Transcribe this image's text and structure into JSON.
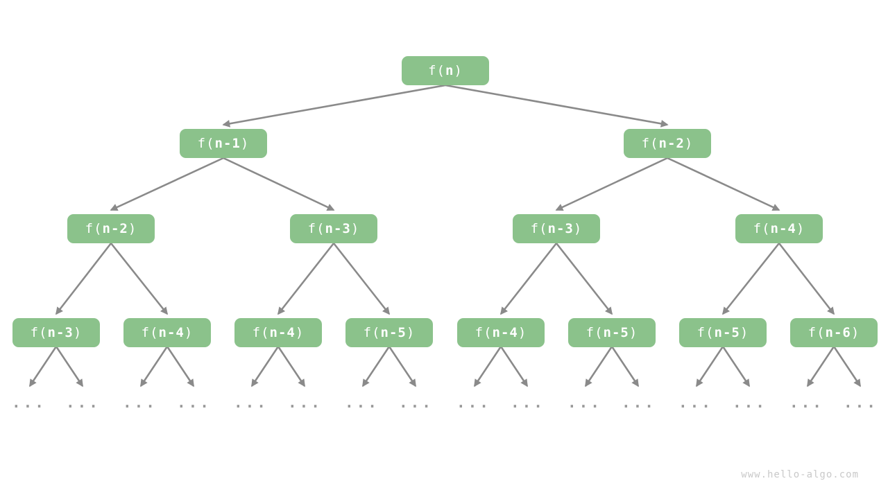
{
  "diagram": {
    "type": "recursion-tree",
    "levels": [
      {
        "depth": 0,
        "nodes": [
          "f(n)"
        ]
      },
      {
        "depth": 1,
        "nodes": [
          "f(n-1)",
          "f(n-2)"
        ]
      },
      {
        "depth": 2,
        "nodes": [
          "f(n-2)",
          "f(n-3)",
          "f(n-3)",
          "f(n-4)"
        ]
      },
      {
        "depth": 3,
        "nodes": [
          "f(n-3)",
          "f(n-4)",
          "f(n-4)",
          "f(n-5)",
          "f(n-4)",
          "f(n-5)",
          "f(n-5)",
          "f(n-6)"
        ]
      }
    ]
  },
  "nodes": [
    {
      "prefix": "f(",
      "arg": "n",
      "suffix": ")"
    },
    {
      "prefix": "f(",
      "arg": "n-1",
      "suffix": ")"
    },
    {
      "prefix": "f(",
      "arg": "n-2",
      "suffix": ")"
    },
    {
      "prefix": "f(",
      "arg": "n-2",
      "suffix": ")"
    },
    {
      "prefix": "f(",
      "arg": "n-3",
      "suffix": ")"
    },
    {
      "prefix": "f(",
      "arg": "n-3",
      "suffix": ")"
    },
    {
      "prefix": "f(",
      "arg": "n-4",
      "suffix": ")"
    },
    {
      "prefix": "f(",
      "arg": "n-3",
      "suffix": ")"
    },
    {
      "prefix": "f(",
      "arg": "n-4",
      "suffix": ")"
    },
    {
      "prefix": "f(",
      "arg": "n-4",
      "susuffix_unused": "",
      "suffix": ")"
    },
    {
      "prefix": "f(",
      "arg": "n-5",
      "suffix": ")"
    },
    {
      "prefix": "f(",
      "arg": "n-4",
      "suffix": ")"
    },
    {
      "prefix": "f(",
      "arg": "n-5",
      "suffix": ")"
    },
    {
      "prefix": "f(",
      "arg": "n-5",
      "suffix": ")"
    },
    {
      "prefix": "f(",
      "arg": "n-6",
      "suffix": ")"
    }
  ],
  "ellipsis": {
    "label": "..."
  },
  "watermark": {
    "label": "www.hello-algo.com"
  },
  "colors": {
    "node_fill": "#8BC28B",
    "node_text": "#FFFFFF",
    "arrow": "#8A8A8A",
    "dots": "#9A9A9A",
    "watermark": "#C9C9C9",
    "background": "#FFFFFF"
  }
}
